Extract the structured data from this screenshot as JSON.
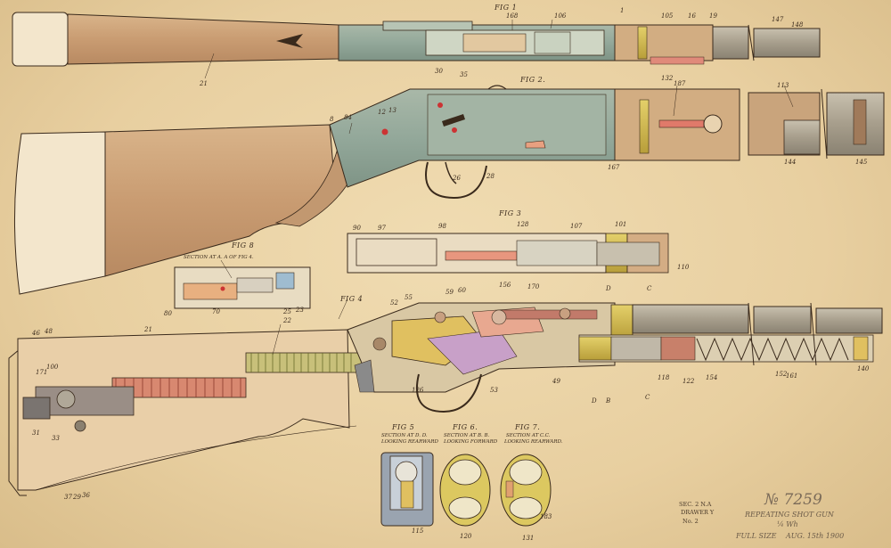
{
  "figures": {
    "fig1": "FIG 1",
    "fig2": "FIG 2.",
    "fig3": "FIG 3",
    "fig4": "FIG 4",
    "fig5": "FIG 5",
    "fig6": "FIG 6.",
    "fig7": "FIG 7.",
    "fig8": "FIG 8"
  },
  "captions": {
    "fig8_line": "SECTION AT A. A OF FIG 4.",
    "fig5_line1": "SECTION AT D. D.",
    "fig5_line2": "LOOKING REARWARD",
    "fig6_line1": "SECTION AT B. B.",
    "fig6_line2": "LOOKING FORWARD",
    "fig7_line1": "SECTION AT C.C.",
    "fig7_line2": "LOOKING REARWARD."
  },
  "section_marks": {
    "d_top": "D",
    "c_top": "C",
    "d_bottom": "D",
    "b_bottom": "B",
    "c_bottom": "C"
  },
  "stamp": {
    "line1": "SEC. 2 N.A",
    "line2": "DRAWER Y",
    "line3": "No. 2"
  },
  "title_block": {
    "number": "№ 7259",
    "name": "REPEATING SHOT GUN",
    "sub": "¼ Wh",
    "scale": "FULL SIZE",
    "date": "AUG. 15th 1900"
  },
  "part_numbers": {
    "p21a": "21",
    "p21b": "21",
    "p168": "168",
    "p106": "106",
    "p1": "1",
    "p105": "105",
    "p16": "16",
    "p19": "19",
    "p147": "147",
    "p148": "148",
    "p30a": "30",
    "p35": "35",
    "p8": "8",
    "p84": "84",
    "p12": "12",
    "p13": "13",
    "p132": "132",
    "p187": "187",
    "p113": "113",
    "p144": "144",
    "p145": "145",
    "p26": "26",
    "p28": "28",
    "p167": "167",
    "p90": "90",
    "p97": "97",
    "p98": "98",
    "p128": "128",
    "p107": "107",
    "p101": "101",
    "p110": "110",
    "p80": "80",
    "p70": "70",
    "p25": "25",
    "p23": "23",
    "p22": "22",
    "p52": "52",
    "p55": "55",
    "p156": "156",
    "p170": "170",
    "p59": "59",
    "p60": "60",
    "p49": "49",
    "p118": "118",
    "p122": "122",
    "p154": "154",
    "p152": "152",
    "p161": "161",
    "p140": "140",
    "p46": "46",
    "p48": "48",
    "p171": "171",
    "p100": "100",
    "p31": "31",
    "p33": "33",
    "p37": "37",
    "p29": "29",
    "p36": "36",
    "p126": "126",
    "p53": "53",
    "p115": "115",
    "p120": "120",
    "p131": "131",
    "p183": "183"
  }
}
